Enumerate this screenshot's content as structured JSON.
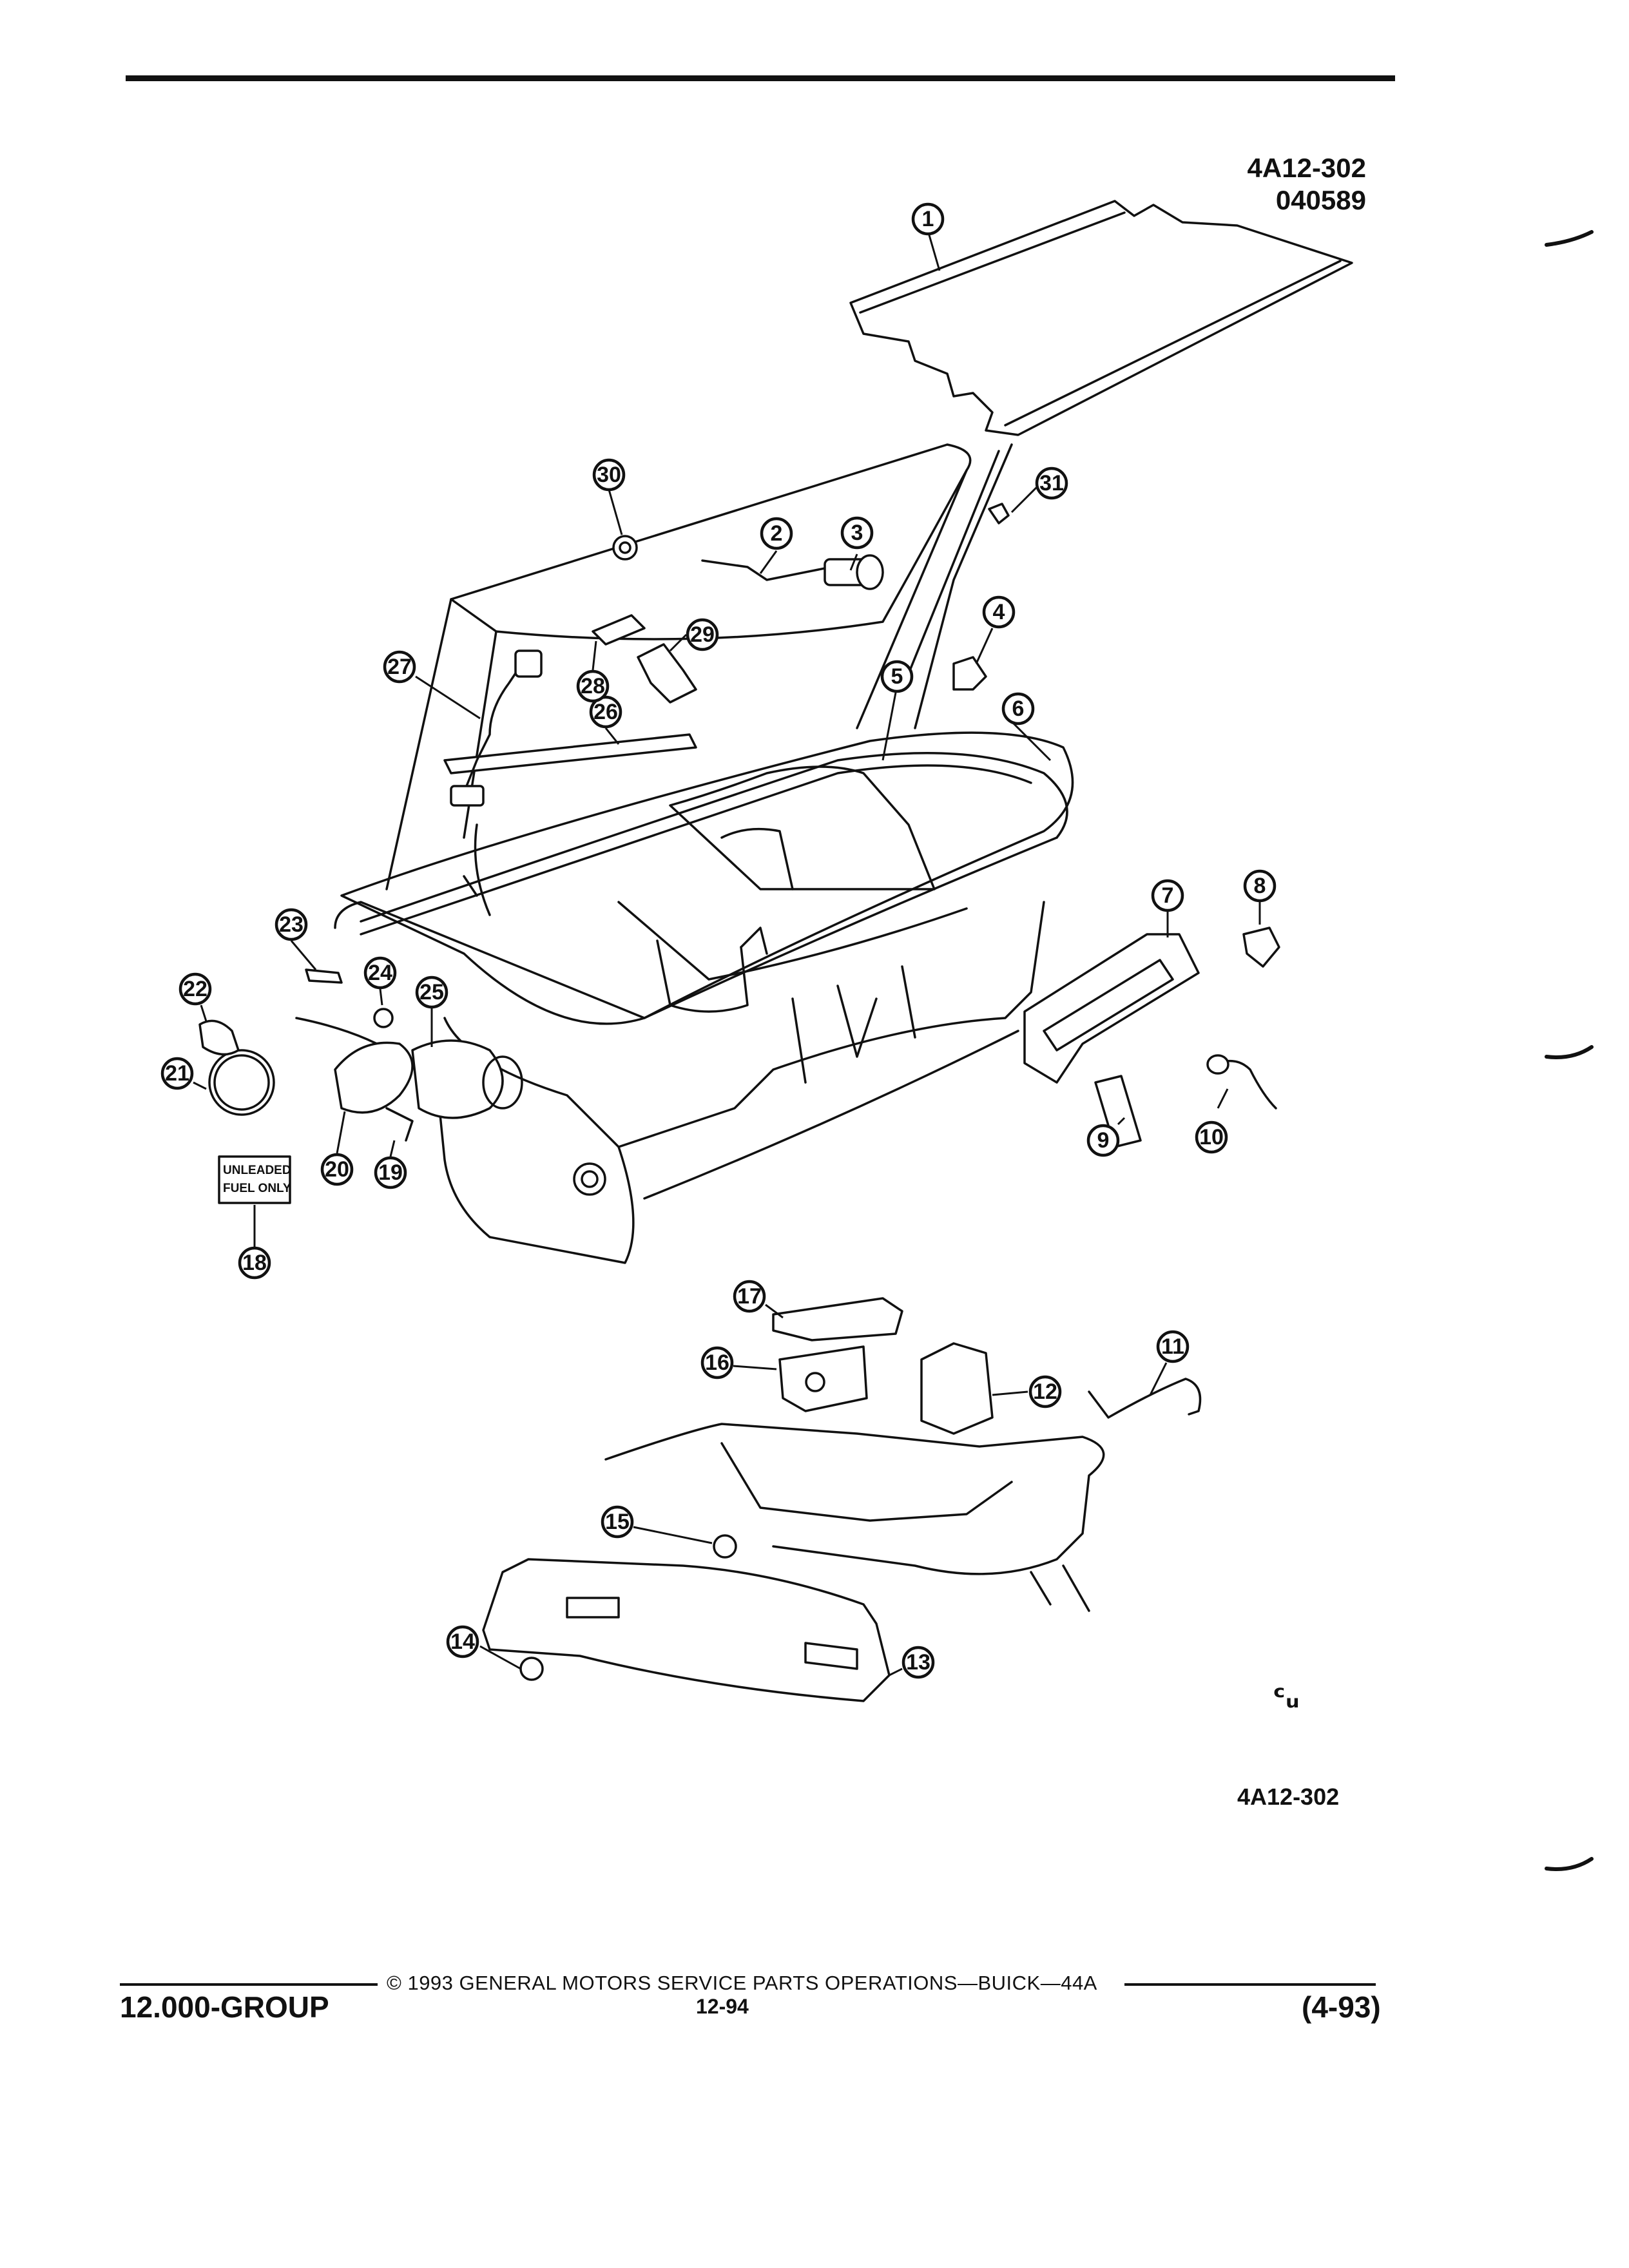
{
  "header": {
    "figure_code": "4A12-302",
    "date_code": "040589"
  },
  "figure": {
    "bottom_code": "4A12-302",
    "mark": "ᶜᵤ",
    "callouts": [
      {
        "id": "1",
        "label": "1"
      },
      {
        "id": "2",
        "label": "2"
      },
      {
        "id": "3",
        "label": "3"
      },
      {
        "id": "4",
        "label": "4"
      },
      {
        "id": "5",
        "label": "5"
      },
      {
        "id": "6",
        "label": "6"
      },
      {
        "id": "7",
        "label": "7"
      },
      {
        "id": "8",
        "label": "8"
      },
      {
        "id": "9",
        "label": "9"
      },
      {
        "id": "10",
        "label": "10"
      },
      {
        "id": "11",
        "label": "11"
      },
      {
        "id": "12",
        "label": "12"
      },
      {
        "id": "13",
        "label": "13"
      },
      {
        "id": "14",
        "label": "14"
      },
      {
        "id": "15",
        "label": "15"
      },
      {
        "id": "16",
        "label": "16"
      },
      {
        "id": "17",
        "label": "17"
      },
      {
        "id": "18",
        "label": "18"
      },
      {
        "id": "19",
        "label": "19"
      },
      {
        "id": "20",
        "label": "20"
      },
      {
        "id": "21",
        "label": "21"
      },
      {
        "id": "22",
        "label": "22"
      },
      {
        "id": "23",
        "label": "23"
      },
      {
        "id": "24",
        "label": "24"
      },
      {
        "id": "25",
        "label": "25"
      },
      {
        "id": "26",
        "label": "26"
      },
      {
        "id": "27",
        "label": "27"
      },
      {
        "id": "28",
        "label": "28"
      },
      {
        "id": "29",
        "label": "29"
      },
      {
        "id": "30",
        "label": "30"
      },
      {
        "id": "31",
        "label": "31"
      }
    ],
    "fuel_label_line1": "UNLEADED",
    "fuel_label_line2": "FUEL ONLY"
  },
  "footer": {
    "copyright": "© 1993 GENERAL MOTORS SERVICE PARTS OPERATIONS—BUICK—44A",
    "group": "12.000-GROUP",
    "page": "12-94",
    "date": "(4-93)"
  }
}
